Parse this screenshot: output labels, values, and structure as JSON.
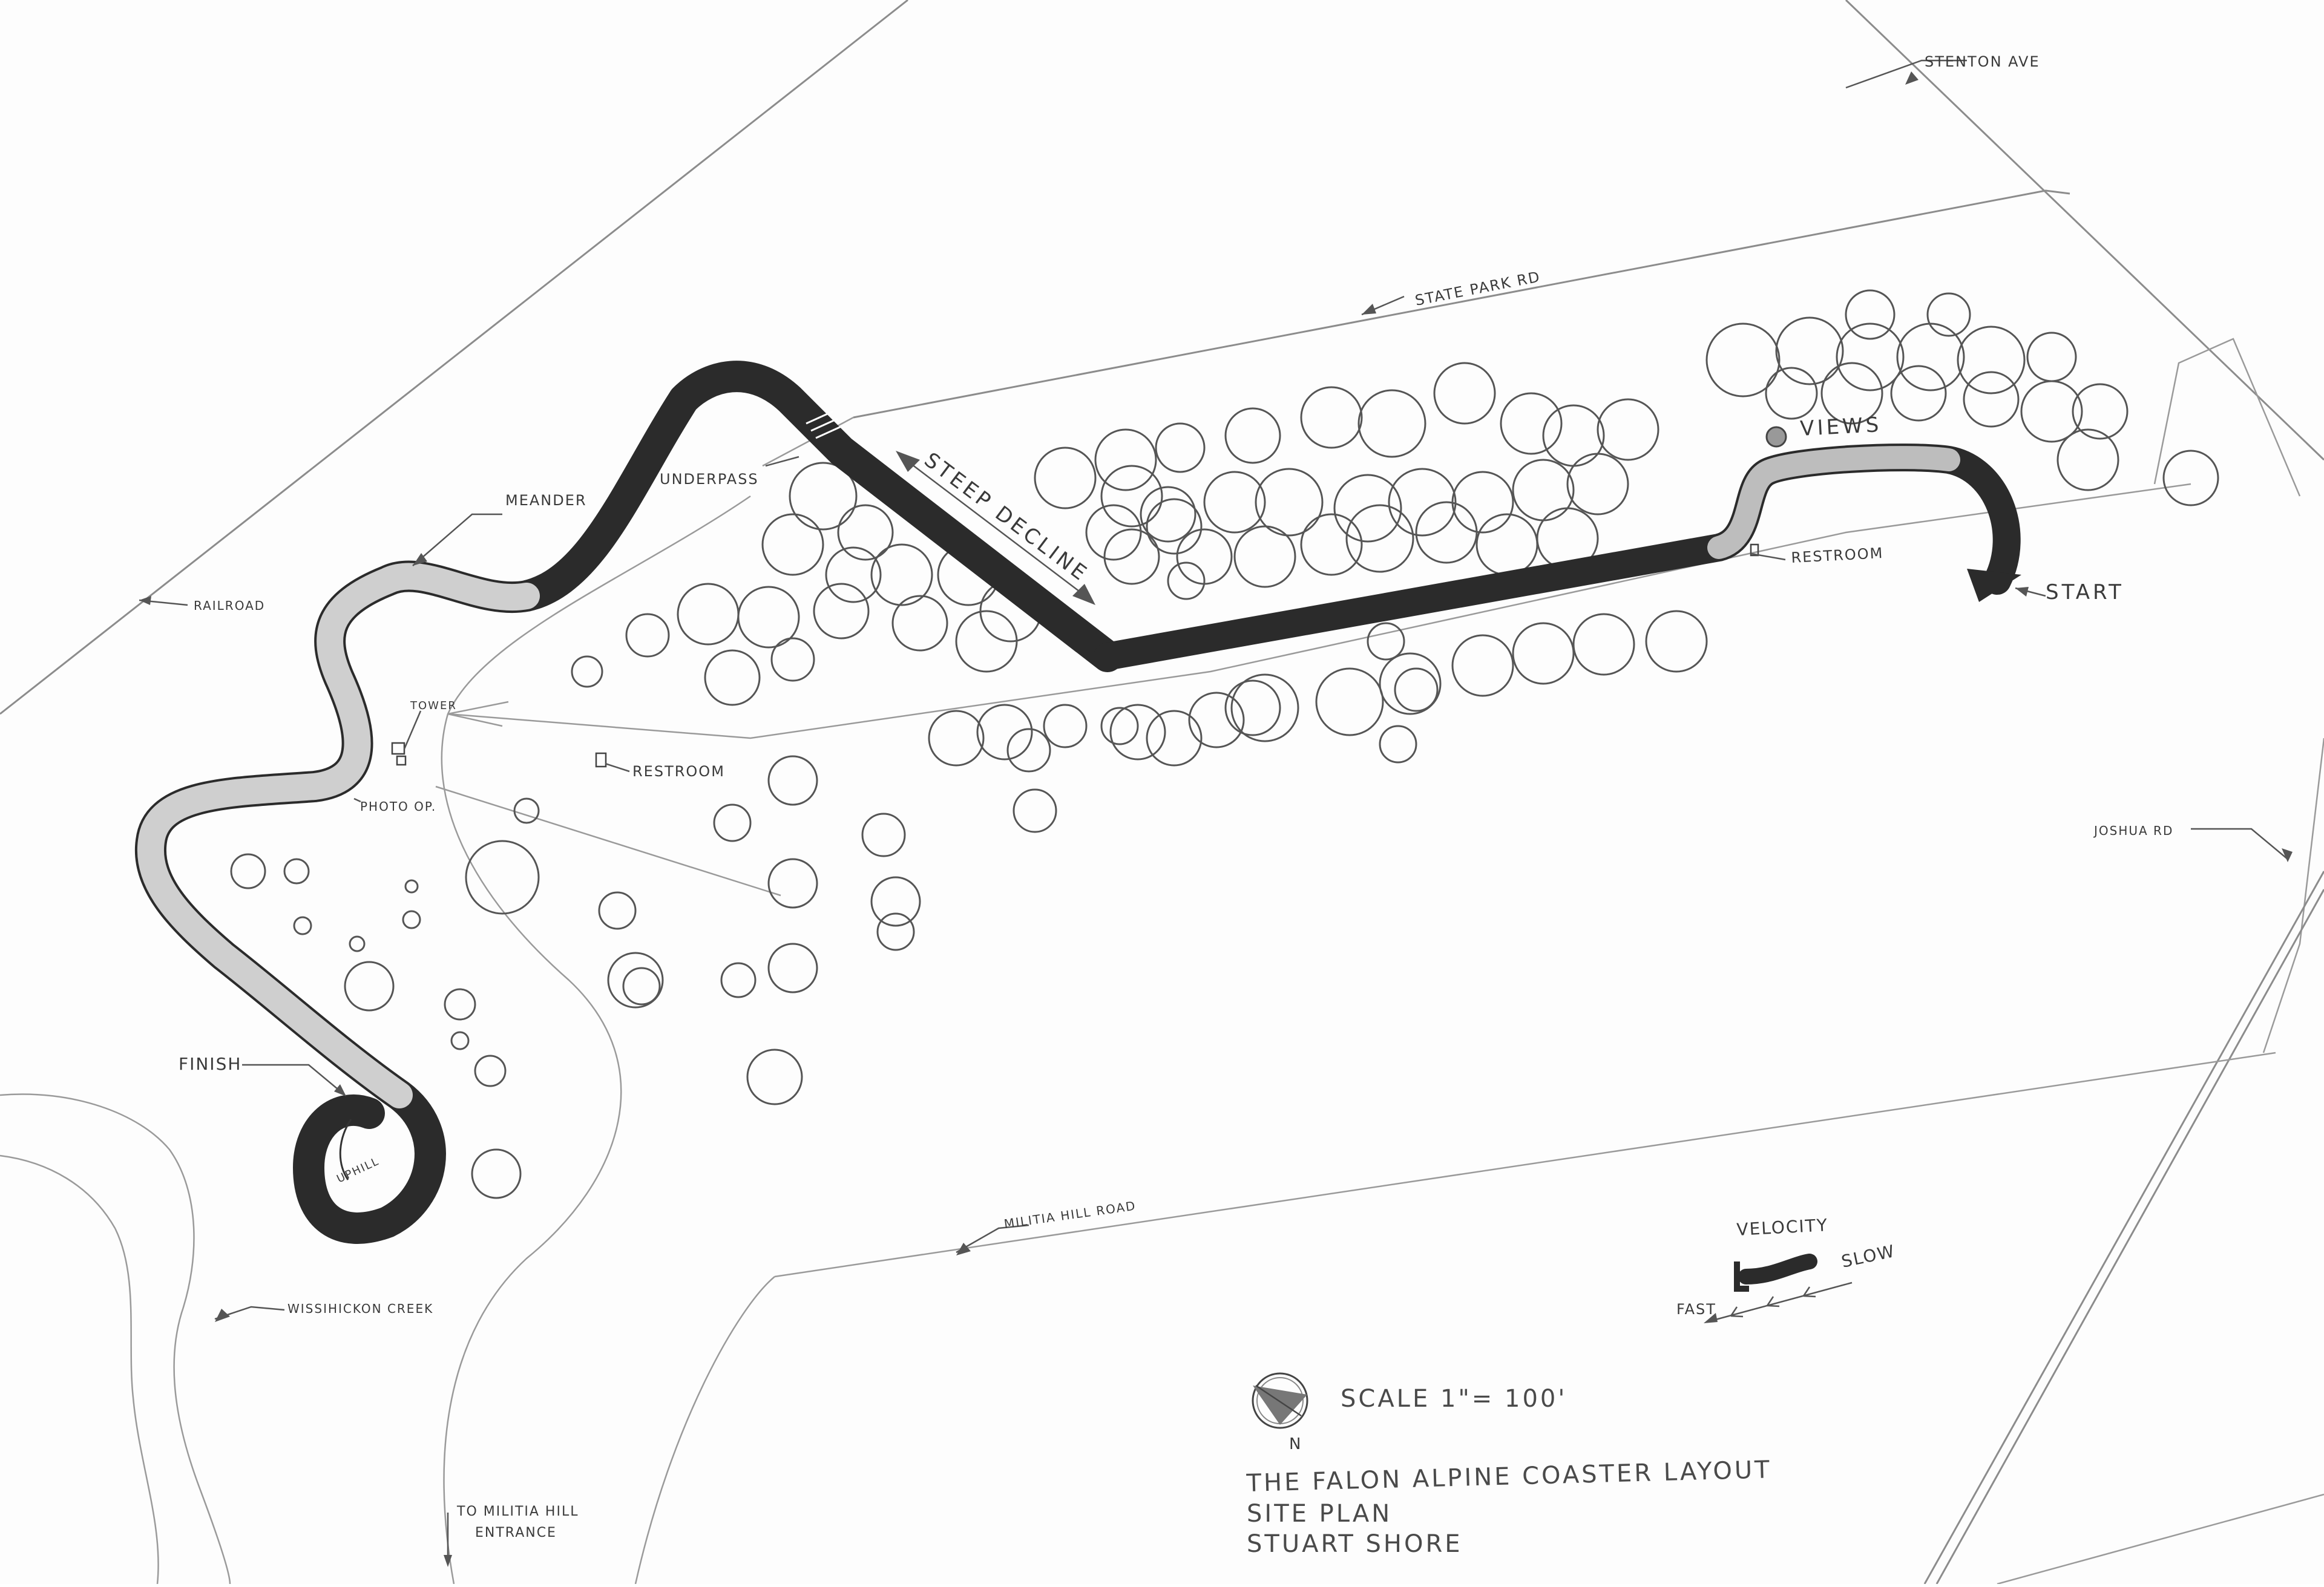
{
  "labels": {
    "stenton_ave": "STENTON AVE",
    "state_park_rd": "STATE PARK RD",
    "views": "VIEWS",
    "underpass": "UNDERPASS",
    "meander": "MEANDER",
    "steep_decline": "STEEP DECLINE",
    "railroad": "RAILROAD",
    "restroom_east": "RESTROOM",
    "restroom_west": "RESTROOM",
    "start": "START",
    "tower": "TOWER",
    "photo_op": "PHOTO OP.",
    "joshua_rd": "JOSHUA RD",
    "finish": "FINISH",
    "uphill": "UPHILL",
    "militia_hill_road": "MILITIA HILL ROAD",
    "wissahickon_creek": "WISSIHICKON CREEK",
    "velocity": "VELOCITY",
    "fast": "FAST",
    "slow": "SLOW",
    "to_militia_line1": "TO MILITIA HILL",
    "to_militia_line2": "ENTRANCE",
    "north": "N"
  },
  "title_block": {
    "scale": "SCALE 1\"= 100'",
    "title": "THE FALON ALPINE COASTER LAYOUT",
    "subtitle": "SITE PLAN",
    "author": "STUART SHORE"
  }
}
